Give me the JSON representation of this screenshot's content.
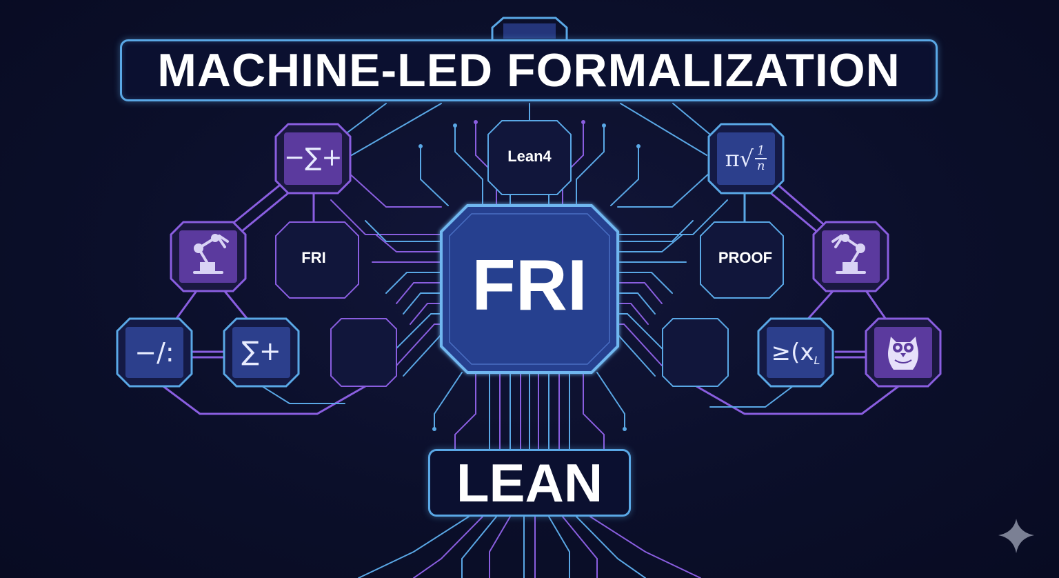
{
  "diagram": {
    "title": "MACHINE-LED FORMALIZATION",
    "center_label": "FRI",
    "bottom_label": "LEAN",
    "chip_labels": {
      "top": "Lean4",
      "left": "FRI",
      "right": "PROOF"
    },
    "nodes": [
      {
        "id": "sum-top-left",
        "icon": "sigma-symbol-icon",
        "text": "−∑+"
      },
      {
        "id": "robot-left",
        "icon": "robot-arm-icon"
      },
      {
        "id": "ops-left",
        "icon": "operators-icon",
        "text": "−/:"
      },
      {
        "id": "sum-left",
        "icon": "sigma-symbol-icon",
        "text": "∑+"
      },
      {
        "id": "pi-top-right",
        "icon": "pi-sqrt-icon",
        "text": "π√",
        "fraction": {
          "num": "1",
          "den": "n"
        }
      },
      {
        "id": "robot-right",
        "icon": "robot-arm-icon"
      },
      {
        "id": "geq-right",
        "icon": "inequality-icon",
        "text": "≥(x",
        "sub": "L"
      },
      {
        "id": "owl-right",
        "icon": "owl-icon"
      }
    ]
  },
  "colors": {
    "background": "#0b0f2a",
    "circuit_blue": "#4f86d8",
    "circuit_purple": "#8a5ee0",
    "node_blue_fill": "#2c3f8c",
    "node_purple_fill": "#5b3a9e",
    "outline_blue": "#5aa8e6"
  },
  "watermark_icon": "sparkle-icon"
}
